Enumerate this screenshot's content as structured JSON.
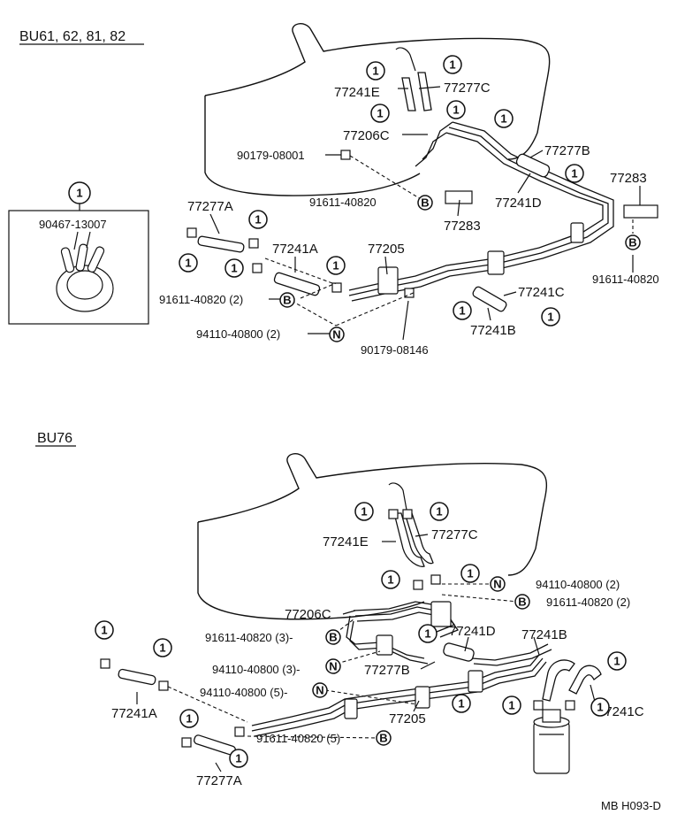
{
  "section_top": {
    "title": "BU61, 62, 81, 82"
  },
  "section_bottom": {
    "title": "BU76"
  },
  "inset": {
    "marker": "1",
    "part": "90467-13007"
  },
  "markers": {
    "clamp": "1",
    "bolt": "B",
    "nut": "N"
  },
  "top_labels": {
    "p77241E": "77241E",
    "p77277C": "77277C",
    "p77206C": "77206C",
    "p90179_08001": "90179-08001",
    "p77277B": "77277B",
    "p77283_right": "77283",
    "p91611_mid": "91611-40820",
    "p77283_mid": "77283",
    "p77241D": "77241D",
    "p77277A": "77277A",
    "p77241A": "77241A",
    "p77205": "77205",
    "p91611_right": "91611-40820",
    "p91611_2": "91611-40820 (2)",
    "p94110_2": "94110-40800 (2)",
    "p77241C": "77241C",
    "p77241B": "77241B",
    "p90179_08146": "90179-08146"
  },
  "bottom_labels": {
    "p77241E": "77241E",
    "p77277C": "77277C",
    "p94110_2": "94110-40800 (2)",
    "p91611_2": "91611-40820 (2)",
    "p77206C": "77206C",
    "p91611_3": "91611-40820 (3)-",
    "p77241D": "77241D",
    "p77241B": "77241B",
    "p94110_3": "94110-40800 (3)-",
    "p77277B": "77277B",
    "p94110_5": "94110-40800 (5)-",
    "p77205": "77205",
    "p77241C": "77241C",
    "p77241A": "77241A",
    "p91611_5": "91611-40820 (5)",
    "p77277A": "77277A"
  },
  "footer": {
    "code": "MB H093-D"
  }
}
